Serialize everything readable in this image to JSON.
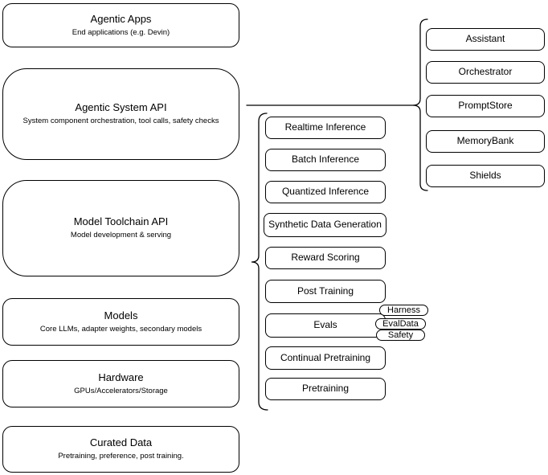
{
  "diagram": {
    "stack": [
      {
        "title": "Agentic Apps",
        "subtitle": "End applications (e.g. Devin)"
      },
      {
        "title": "Agentic System API",
        "subtitle": "System component orchestration, tool calls, safety checks"
      },
      {
        "title": "Model Toolchain API",
        "subtitle": "Model development & serving"
      },
      {
        "title": "Models",
        "subtitle": "Core LLMs, adapter weights, secondary models"
      },
      {
        "title": "Hardware",
        "subtitle": "GPUs/Accelerators/Storage"
      },
      {
        "title": "Curated Data",
        "subtitle": "Pretraining, preference, post training."
      }
    ],
    "toolchain_services": [
      {
        "label": "Realtime Inference"
      },
      {
        "label": "Batch Inference"
      },
      {
        "label": "Quantized Inference"
      },
      {
        "label": "Synthetic Data Generation"
      },
      {
        "label": "Reward Scoring"
      },
      {
        "label": "Post Training"
      },
      {
        "label": "Evals"
      },
      {
        "label": "Continual Pretraining"
      },
      {
        "label": "Pretraining"
      }
    ],
    "eval_components": [
      {
        "label": "Harness"
      },
      {
        "label": "EvalData"
      },
      {
        "label": "Safety"
      }
    ],
    "system_components": [
      {
        "label": "Assistant"
      },
      {
        "label": "Orchestrator"
      },
      {
        "label": "PromptStore"
      },
      {
        "label": "MemoryBank"
      },
      {
        "label": "Shields"
      }
    ],
    "colors": {
      "stroke": "#000000",
      "background": "#ffffff",
      "text": "#000000"
    }
  }
}
